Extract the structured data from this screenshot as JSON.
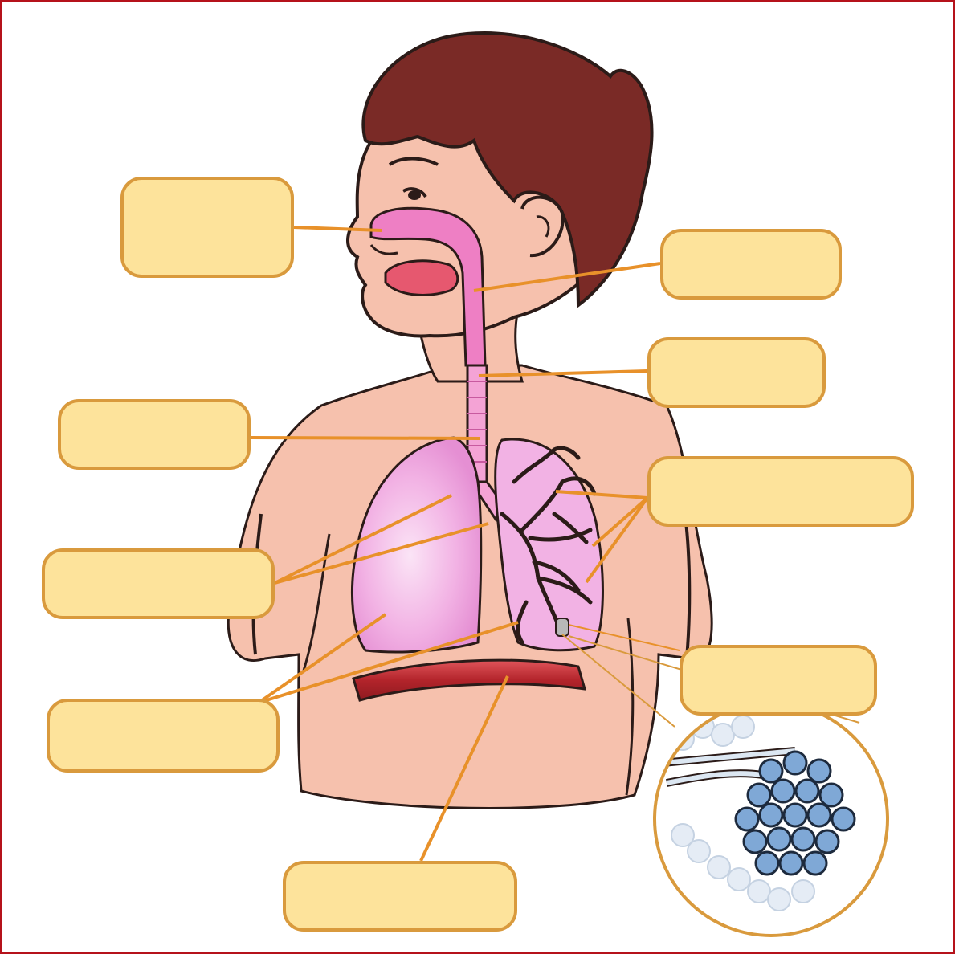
{
  "diagram": {
    "subject": "respiratory-system",
    "labels": [
      {
        "id": "nasal-cavity",
        "text": ""
      },
      {
        "id": "pharynx",
        "text": ""
      },
      {
        "id": "larynx",
        "text": ""
      },
      {
        "id": "trachea",
        "text": ""
      },
      {
        "id": "bronchi",
        "text": ""
      },
      {
        "id": "bronchioles",
        "text": ""
      },
      {
        "id": "lungs",
        "text": ""
      },
      {
        "id": "alveoli",
        "text": ""
      },
      {
        "id": "diaphragm",
        "text": ""
      }
    ]
  },
  "colors": {
    "frame": "#b5121b",
    "label_fill": "#fde39b",
    "label_border": "#d99a3d",
    "leader_line": "#e8912a",
    "hair": "#7a2a26",
    "skin": "#f6c1ad",
    "airway_pink": "#ee7fc4",
    "lung_pink": "#f2b2e4",
    "diaphragm": "#c1272d",
    "alveoli_blue": "#7fa8d6"
  }
}
